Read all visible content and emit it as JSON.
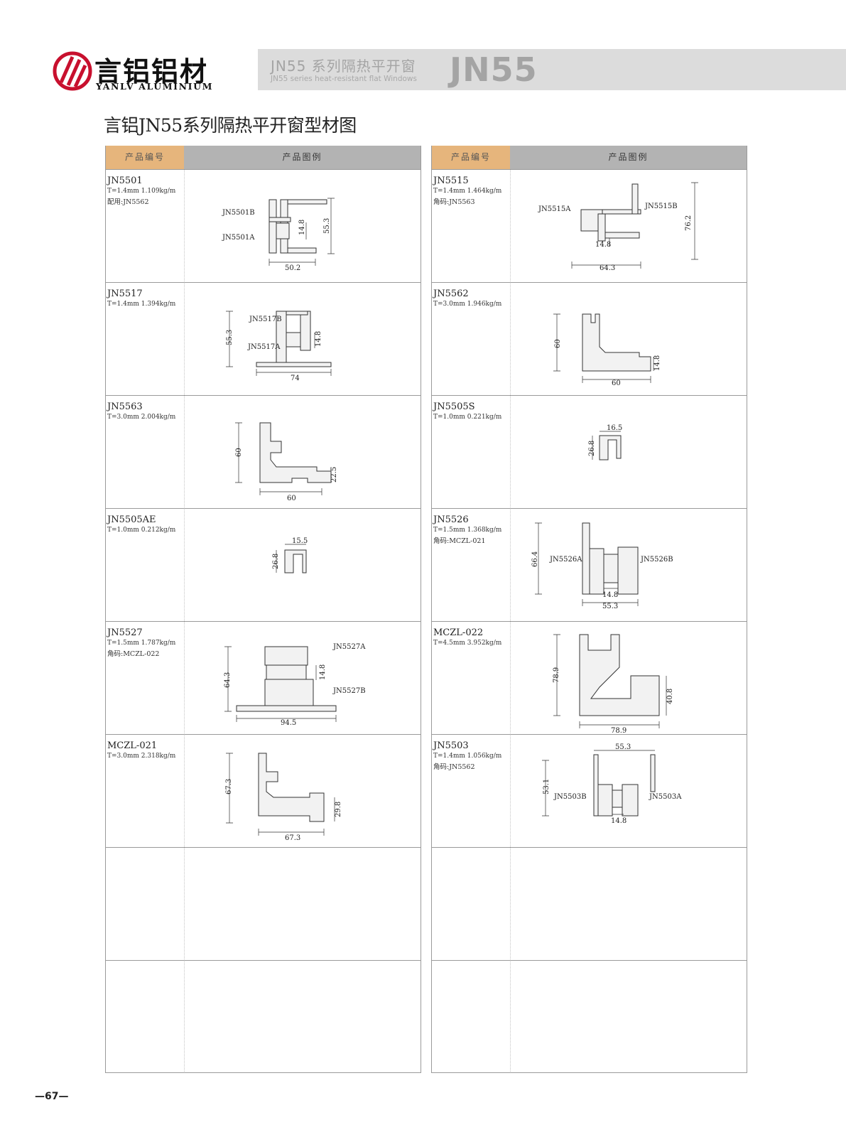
{
  "header": {
    "brand_cn": "言铝铝材",
    "brand_en": "YANLV ALUMINIUM",
    "series_cn": "JN55 系列隔热平开窗",
    "series_en": "JN55 series heat-resistant flat Windows",
    "series_code": "JN55"
  },
  "title": "言铝JN55系列隔热平开窗型材图",
  "table_headers": {
    "code": "产品编号",
    "figure": "产品图例"
  },
  "left_column": [
    {
      "code": "JN5501",
      "spec": "T=1.4mm  1.109kg/m",
      "pair": "配用:JN5562",
      "labels": [
        "JN5501B",
        "JN5501A"
      ],
      "dims": [
        "55.3",
        "14.8",
        "50.2"
      ]
    },
    {
      "code": "JN5517",
      "spec": "T=1.4mm  1.394kg/m",
      "pair": "",
      "labels": [
        "JN5517B",
        "JN5517A"
      ],
      "dims": [
        "55.3",
        "14.8",
        "74"
      ]
    },
    {
      "code": "JN5563",
      "spec": "T=3.0mm  2.004kg/m",
      "pair": "",
      "labels": [],
      "dims": [
        "60",
        "22.5",
        "60"
      ]
    },
    {
      "code": "JN5505AE",
      "spec": "T=1.0mm  0.212kg/m",
      "pair": "",
      "labels": [],
      "dims": [
        "15.5",
        "26.8"
      ]
    },
    {
      "code": "JN5527",
      "spec": "T=1.5mm  1.787kg/m",
      "pair": "角码:MCZL-022",
      "labels": [
        "JN5527A",
        "JN5527B"
      ],
      "dims": [
        "64.3",
        "14.8",
        "94.5"
      ]
    },
    {
      "code": "MCZL-021",
      "spec": "T=3.0mm  2.318kg/m",
      "pair": "",
      "labels": [],
      "dims": [
        "67.3",
        "29.8",
        "67.3"
      ]
    },
    {
      "code": "",
      "spec": "",
      "pair": "",
      "labels": [],
      "dims": []
    },
    {
      "code": "",
      "spec": "",
      "pair": "",
      "labels": [],
      "dims": []
    }
  ],
  "right_column": [
    {
      "code": "JN5515",
      "spec": "T=1.4mm  1.464kg/m",
      "pair": "角码:JN5563",
      "labels": [
        "JN5515A",
        "JN5515B"
      ],
      "dims": [
        "76.2",
        "14.8",
        "64.3"
      ]
    },
    {
      "code": "JN5562",
      "spec": "T=3.0mm  1.946kg/m",
      "pair": "",
      "labels": [],
      "dims": [
        "60",
        "14.8",
        "60"
      ]
    },
    {
      "code": "JN5505S",
      "spec": "T=1.0mm  0.221kg/m",
      "pair": "",
      "labels": [],
      "dims": [
        "16.5",
        "26.8"
      ]
    },
    {
      "code": "JN5526",
      "spec": "T=1.5mm  1.368kg/m",
      "pair": "角码:MCZL-021",
      "labels": [
        "JN5526A",
        "JN5526B"
      ],
      "dims": [
        "66.4",
        "14.8",
        "55.3"
      ]
    },
    {
      "code": "MCZL-022",
      "spec": "T=4.5mm  3.952kg/m",
      "pair": "",
      "labels": [],
      "dims": [
        "78.9",
        "40.8",
        "78.9"
      ]
    },
    {
      "code": "JN5503",
      "spec": "T=1.4mm  1.056kg/m",
      "pair": "角码:JN5562",
      "labels": [
        "JN5503B",
        "JN5503A"
      ],
      "dims": [
        "55.3",
        "53.1",
        "14.8"
      ]
    },
    {
      "code": "",
      "spec": "",
      "pair": "",
      "labels": [],
      "dims": []
    },
    {
      "code": "",
      "spec": "",
      "pair": "",
      "labels": [],
      "dims": []
    }
  ],
  "page_number": "—67—"
}
